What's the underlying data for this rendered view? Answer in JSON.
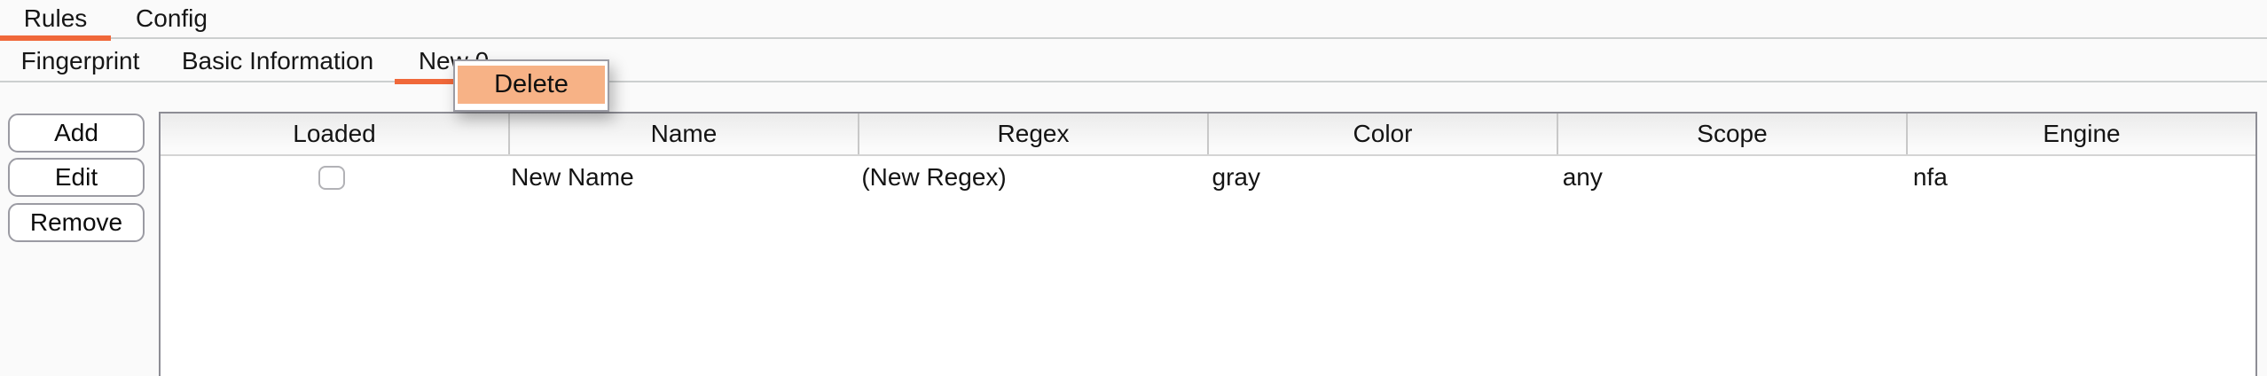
{
  "colors": {
    "accent": "#F0683A",
    "menu_highlight": "#F7B286",
    "tab_line": "#CCCFCF",
    "table_border": "#8D8D95"
  },
  "tabs": {
    "primary": [
      {
        "label": "Rules",
        "active": true
      },
      {
        "label": "Config",
        "active": false
      }
    ],
    "secondary": [
      {
        "label": "Fingerprint",
        "active": false
      },
      {
        "label": "Basic Information",
        "active": false
      },
      {
        "label": "New 0",
        "active": true
      }
    ]
  },
  "context_menu": {
    "items": [
      {
        "label": "Delete",
        "highlighted": true
      }
    ]
  },
  "actions": {
    "add": "Add",
    "edit": "Edit",
    "remove": "Remove"
  },
  "table": {
    "columns": [
      "Loaded",
      "Name",
      "Regex",
      "Color",
      "Scope",
      "Engine"
    ],
    "rows": [
      {
        "loaded": false,
        "name": "New Name",
        "regex": "(New Regex)",
        "color": "gray",
        "scope": "any",
        "engine": "nfa"
      }
    ]
  }
}
